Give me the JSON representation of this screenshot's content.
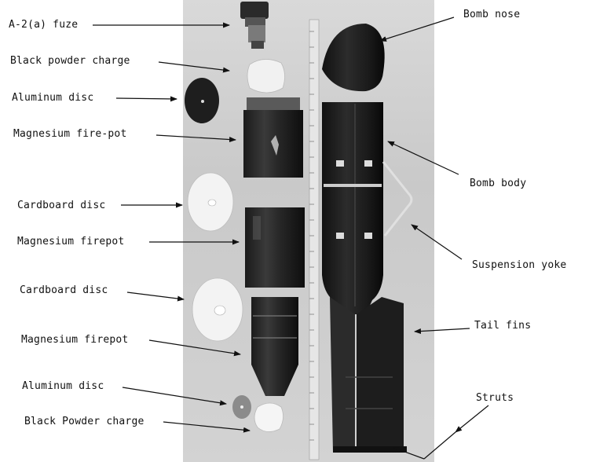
{
  "labels": {
    "fuze": "A-2(a) fuze",
    "black_powder_1": "Black powder charge",
    "aluminum_disc_1": "Aluminum disc",
    "mag_firepot_1": "Magnesium fire-pot",
    "cardboard_1": "Cardboard disc",
    "mag_firepot_2": "Magnesium firepot",
    "cardboard_2": "Cardboard disc",
    "mag_firepot_3": "Magnesium firepot",
    "aluminum_disc_2": "Aluminum disc",
    "black_powder_2": "Black Powder charge",
    "bomb_nose": "Bomb nose",
    "bomb_body": "Bomb body",
    "suspension_yoke": "Suspension yoke",
    "tail_fins": "Tail fins",
    "struts": "Struts"
  }
}
